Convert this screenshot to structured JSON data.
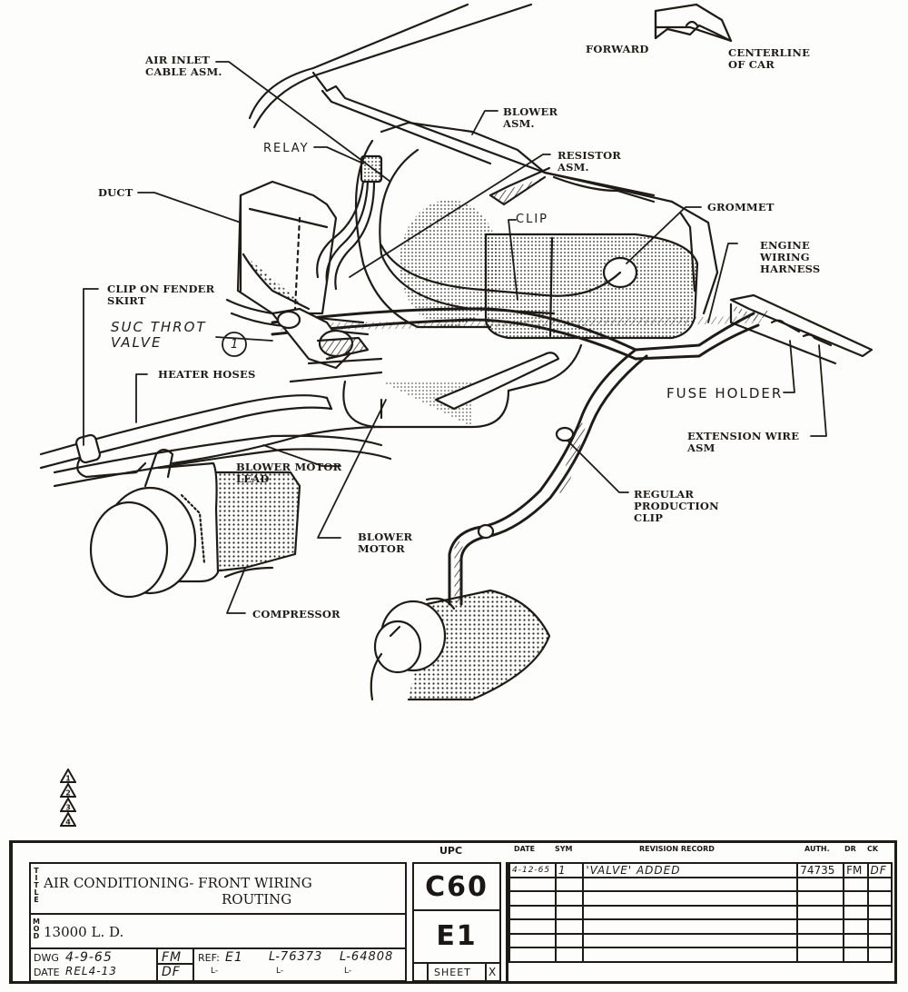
{
  "diagram": {
    "orientation": {
      "forward_label": "FORWARD",
      "centerline_label": "CENTERLINE\nOF CAR"
    },
    "callouts": {
      "air_inlet": "AIR INLET\nCABLE ASM.",
      "relay": "RELAY",
      "duct": "DUCT",
      "blower_asm": "BLOWER\nASM.",
      "resistor_asm": "RESISTOR\nASM.",
      "clip": "CLIP",
      "grommet": "GROMMET",
      "engine_wiring_harness": "ENGINE\nWIRING\nHARNESS",
      "clip_on_fender_skirt": "CLIP ON FENDER\nSKIRT",
      "suc_throt_valve": "SUC THROT\nVALVE",
      "revision_marker": "1",
      "heater_hoses": "HEATER HOSES",
      "fuse_holder": "FUSE HOLDER",
      "extension_wire_asm": "EXTENSION WIRE\nASM",
      "blower_motor_lead": "BLOWER MOTOR\nLEAD",
      "blower_motor": "BLOWER\nMOTOR",
      "regular_production_clip": "REGULAR\nPRODUCTION\nCLIP",
      "compressor": "COMPRESSOR"
    },
    "revision_triangles": [
      "1",
      "2",
      "3",
      "4"
    ]
  },
  "title_block": {
    "title_side_label": "TITLE",
    "title_line1": "AIR CONDITIONING- FRONT WIRING",
    "title_line2": "ROUTING",
    "model_side_label": "MOD",
    "model": "13000 L. D.",
    "dwg_label": "DWG",
    "dwg_date": "4-9-65",
    "dwg_initials": "FM",
    "date_label": "DATE",
    "date_value": "REL4-13",
    "date_initials": "DF",
    "ref_label": "REF:",
    "ref_value": "E1",
    "refs_row1": [
      "L-76373",
      "L-64808"
    ],
    "refs_row2": [
      "L-",
      "L-",
      "L-"
    ],
    "upc_label": "UPC",
    "upc_code": "C60",
    "section_code": "E1",
    "sheet_label": "SHEET",
    "sheet_mark": "X",
    "revision_headers": {
      "date": "DATE",
      "sym": "SYM",
      "record": "REVISION RECORD",
      "auth": "AUTH.",
      "dr": "DR",
      "ck": "CK"
    },
    "revisions": [
      {
        "date": "4-12-65",
        "sym": "1",
        "record": "'VALVE' ADDED",
        "auth": "74735",
        "dr": "FM",
        "ck": "DF"
      },
      {
        "date": "",
        "sym": "",
        "record": "",
        "auth": "",
        "dr": "",
        "ck": ""
      },
      {
        "date": "",
        "sym": "",
        "record": "",
        "auth": "",
        "dr": "",
        "ck": ""
      },
      {
        "date": "",
        "sym": "",
        "record": "",
        "auth": "",
        "dr": "",
        "ck": ""
      },
      {
        "date": "",
        "sym": "",
        "record": "",
        "auth": "",
        "dr": "",
        "ck": ""
      },
      {
        "date": "",
        "sym": "",
        "record": "",
        "auth": "",
        "dr": "",
        "ck": ""
      },
      {
        "date": "",
        "sym": "",
        "record": "",
        "auth": "",
        "dr": "",
        "ck": ""
      }
    ]
  }
}
